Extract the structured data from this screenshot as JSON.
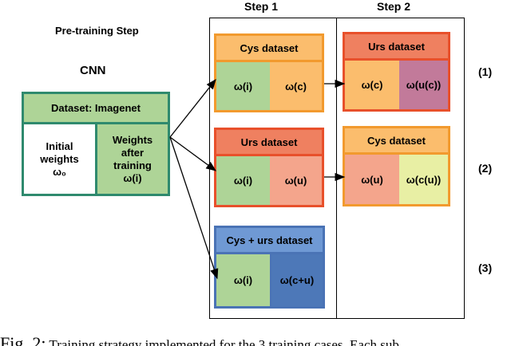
{
  "headers": {
    "pretraining": "Pre-training Step",
    "step1": "Step 1",
    "step2": "Step 2",
    "cnn": "CNN"
  },
  "pretraining_box": {
    "title": "Dataset: Imagenet",
    "left_line1": "Initial",
    "left_line2": "weights",
    "left_line3": "ω₀",
    "right_line1": "Weights",
    "right_line2": "after",
    "right_line3": "training",
    "right_line4": "ω(i)"
  },
  "rows": [
    {
      "label": "(1)",
      "step1": {
        "title": "Cys dataset",
        "left": "ω(i)",
        "right": "ω(c)"
      },
      "step2": {
        "title": "Urs dataset",
        "left": "ω(c)",
        "right": "ω(u(c))"
      }
    },
    {
      "label": "(2)",
      "step1": {
        "title": "Urs dataset",
        "left": "ω(i)",
        "right": "ω(u)"
      },
      "step2": {
        "title": "Cys dataset",
        "left": "ω(u)",
        "right": "ω(c(u))"
      }
    },
    {
      "label": "(3)",
      "step1": {
        "title": "Cys + urs dataset",
        "left": "ω(i)",
        "right": "ω(c+u)"
      }
    }
  ],
  "caption": {
    "prefix": "Fig. 2:",
    "text": "Training strategy implemented for the 3 training cases. Each sub"
  },
  "colors": {
    "green_border": "#2f8a6e",
    "green_fill": "#aed497",
    "orange_border": "#f29a2e",
    "orange_fill": "#fbbd6d",
    "red_border": "#e8502b",
    "red_head": "#ef8060",
    "salmon": "#f4a58c",
    "mauve": "#c27a9a",
    "yellow": "#e8efa4",
    "blue_border": "#4a73b5",
    "blue_head": "#6f99d4",
    "blue_dark": "#4d78b8"
  }
}
